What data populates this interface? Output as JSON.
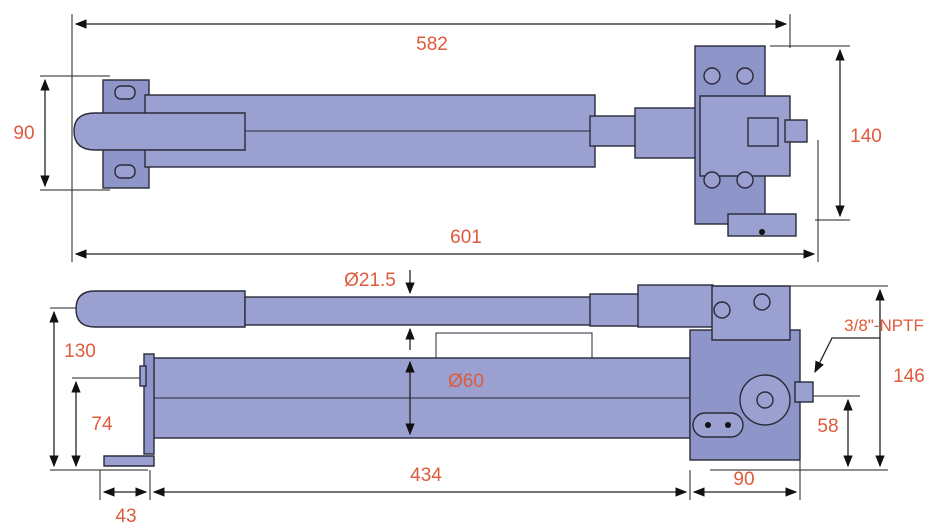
{
  "dimensions": {
    "top_overall_length": "582",
    "top_mount_width": "90",
    "top_head_height": "140",
    "top_total_length": "601",
    "handle_diameter": "Ø21.5",
    "pump_height": "130",
    "reservoir_diameter": "Ø60",
    "port_thread": "3/8\"-NPTF",
    "overall_height": "146",
    "mount_height": "74",
    "port_height": "58",
    "reservoir_length": "434",
    "head_length": "90",
    "foot_length": "43"
  },
  "colors": {
    "dimension_text": "#e05a3c",
    "body_fill": "#9aa0cf",
    "outline": "#2a2a3a"
  }
}
